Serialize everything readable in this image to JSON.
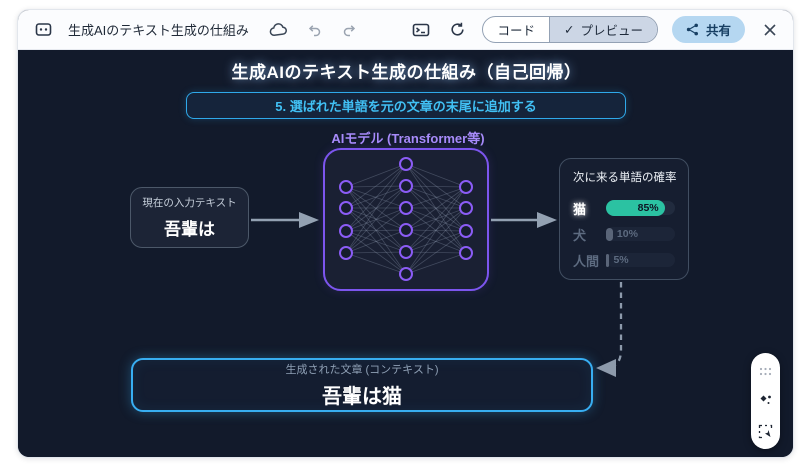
{
  "header": {
    "title": "生成AIのテキスト生成の仕組み",
    "toggle": {
      "code_label": "コード",
      "preview_label": "プレビュー",
      "selected": "プレビュー"
    },
    "share_label": "共有"
  },
  "canvas": {
    "title": "生成AIのテキスト生成の仕組み（自己回帰）",
    "step_banner": "5. 選ばれた単語を元の文章の末尾に追加する",
    "input_box": {
      "label": "現在の入力テキスト",
      "value": "吾輩は"
    },
    "model": {
      "label": "AIモデル (Transformer等)"
    },
    "probability_panel": {
      "title": "次に来る単語の確率",
      "rows": [
        {
          "label": "猫",
          "value": "85%",
          "pct": "85%",
          "highlighted": true
        },
        {
          "label": "犬",
          "value": "10%",
          "pct": "10%",
          "highlighted": false
        },
        {
          "label": "人間",
          "value": "5%",
          "pct": "5%",
          "highlighted": false
        }
      ]
    },
    "output_box": {
      "label": "生成された文章 (コンテキスト)",
      "value": "吾輩は猫"
    }
  },
  "icons": {
    "check": "✓",
    "names": [
      "artifact-icon",
      "cloud-icon",
      "undo-icon",
      "redo-icon",
      "console-icon",
      "refresh-icon",
      "share-icon",
      "close-icon",
      "drag-handle-icon",
      "sparkle-icon",
      "select-area-icon"
    ]
  },
  "colors": {
    "canvas_bg": "#121a2b",
    "accent_cyan": "#38aef2",
    "accent_purple": "#8b5cf6",
    "bar_teal": "#2bc2a2",
    "muted_text": "#5d6b80",
    "share_bg": "#b5d7f1"
  }
}
